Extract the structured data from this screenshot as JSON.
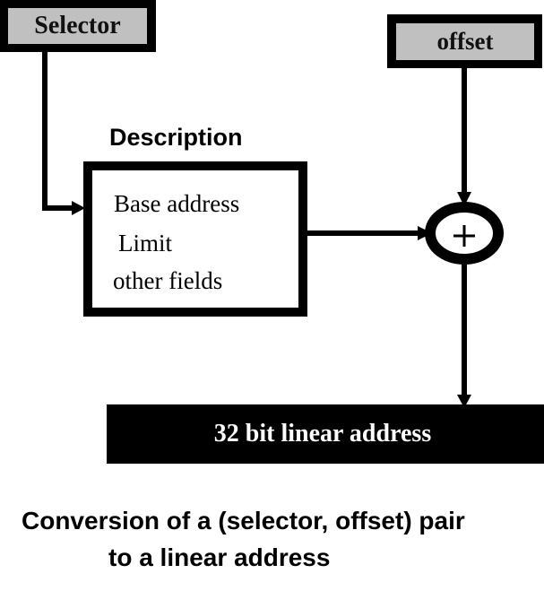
{
  "diagram": {
    "selector_label": "Selector",
    "offset_label": "offset",
    "descriptor_heading": "Description",
    "descriptor_fields": [
      "Base address",
      "Limit",
      "other fields"
    ],
    "adder_symbol": "+",
    "output_label": "32 bit linear address",
    "caption_line1": "Conversion of a (selector, offset) pair",
    "caption_line2": "to a linear address"
  },
  "colors": {
    "box_fill": "#c0c0c0",
    "stroke": "#000000",
    "output_fill": "#000000",
    "output_text": "#ffffff"
  }
}
